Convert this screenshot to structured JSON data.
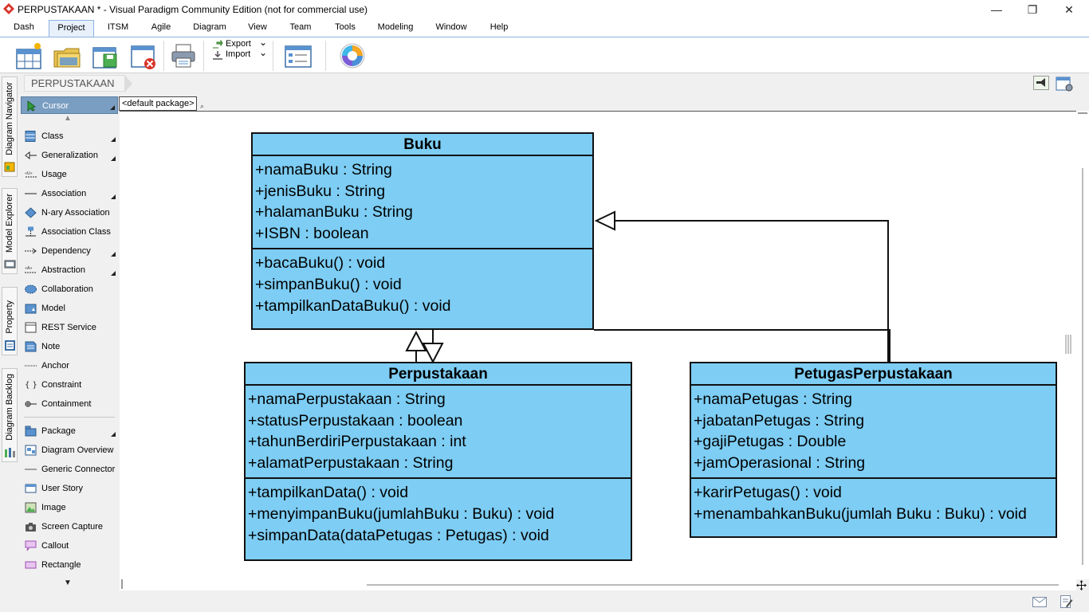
{
  "window": {
    "title": "PERPUSTAKAAN * - Visual Paradigm Community Edition (not for commercial use)",
    "minimize_glyph": "—",
    "restore_glyph": "❐",
    "close_glyph": "✕"
  },
  "menu": {
    "tabs": [
      {
        "label": "Dash"
      },
      {
        "label": "Project",
        "active": true
      },
      {
        "label": "ITSM"
      },
      {
        "label": "Agile"
      },
      {
        "label": "Diagram"
      },
      {
        "label": "View"
      },
      {
        "label": "Team"
      },
      {
        "label": "Tools"
      },
      {
        "label": "Modeling"
      },
      {
        "label": "Window"
      },
      {
        "label": "Help"
      }
    ]
  },
  "ribbon": {
    "export_label": "Export",
    "import_label": "Import"
  },
  "side_tabs": [
    {
      "label": "Diagram Navigator"
    },
    {
      "label": "Model Explorer"
    },
    {
      "label": "Property"
    },
    {
      "label": "Diagram Backlog"
    }
  ],
  "breadcrumb": {
    "label": "PERPUSTAKAAN"
  },
  "package_selector": {
    "value": "<default package>"
  },
  "palette": {
    "items": [
      {
        "label": "Cursor"
      },
      {
        "label": "Class"
      },
      {
        "label": "Generalization"
      },
      {
        "label": "Usage"
      },
      {
        "label": "Association"
      },
      {
        "label": "N-ary Association"
      },
      {
        "label": "Association Class"
      },
      {
        "label": "Dependency"
      },
      {
        "label": "Abstraction"
      },
      {
        "label": "Collaboration"
      },
      {
        "label": "Model"
      },
      {
        "label": "REST Service"
      },
      {
        "label": "Note"
      },
      {
        "label": "Anchor"
      },
      {
        "label": "Constraint"
      },
      {
        "label": "Containment"
      },
      {
        "label": "Package"
      },
      {
        "label": "Diagram Overview"
      },
      {
        "label": "Generic Connector"
      },
      {
        "label": "User Story"
      },
      {
        "label": "Image"
      },
      {
        "label": "Screen Capture"
      },
      {
        "label": "Callout"
      },
      {
        "label": "Rectangle"
      }
    ]
  },
  "diagram": {
    "classes": {
      "buku": {
        "name": "Buku",
        "attributes": [
          "+namaBuku : String",
          "+jenisBuku : String",
          "+halamanBuku : String",
          "+ISBN : boolean"
        ],
        "operations": [
          "+bacaBuku() : void",
          "+simpanBuku() : void",
          "+tampilkanDataBuku() : void"
        ]
      },
      "perpustakaan": {
        "name": "Perpustakaan",
        "attributes": [
          "+namaPerpustakaan : String",
          "+statusPerpustakaan : boolean",
          "+tahunBerdiriPerpustakaan : int",
          "+alamatPerpustakaan : String"
        ],
        "operations": [
          "+tampilkanData() : void",
          "+menyimpanBuku(jumlahBuku : Buku) : void",
          "+simpanData(dataPetugas : Petugas) : void"
        ]
      },
      "petugas": {
        "name": "PetugasPerpustakaan",
        "attributes": [
          "+namaPetugas : String",
          "+jabatanPetugas : String",
          "+gajiPetugas : Double",
          "+jamOperasional : String"
        ],
        "operations": [
          "+karirPetugas() : void",
          "+menambahkanBuku(jumlah Buku : Buku) : void"
        ]
      }
    }
  },
  "colors": {
    "class_fill": "#7dcdf4",
    "class_border": "#111111",
    "palette_selected": "#7a9ec2"
  }
}
